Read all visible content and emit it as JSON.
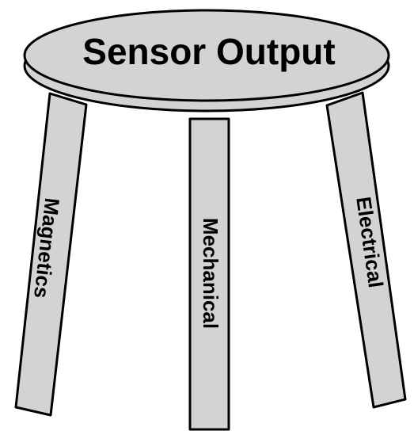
{
  "diagram": {
    "seat": {
      "label": "Sensor Output"
    },
    "legs": [
      {
        "id": "left",
        "label": "Magnetics"
      },
      {
        "id": "center",
        "label": "Mechanical"
      },
      {
        "id": "right",
        "label": "Electrical"
      }
    ],
    "colors": {
      "fill": "#d3d3d3",
      "stroke": "#000000",
      "background": "#ffffff"
    }
  }
}
